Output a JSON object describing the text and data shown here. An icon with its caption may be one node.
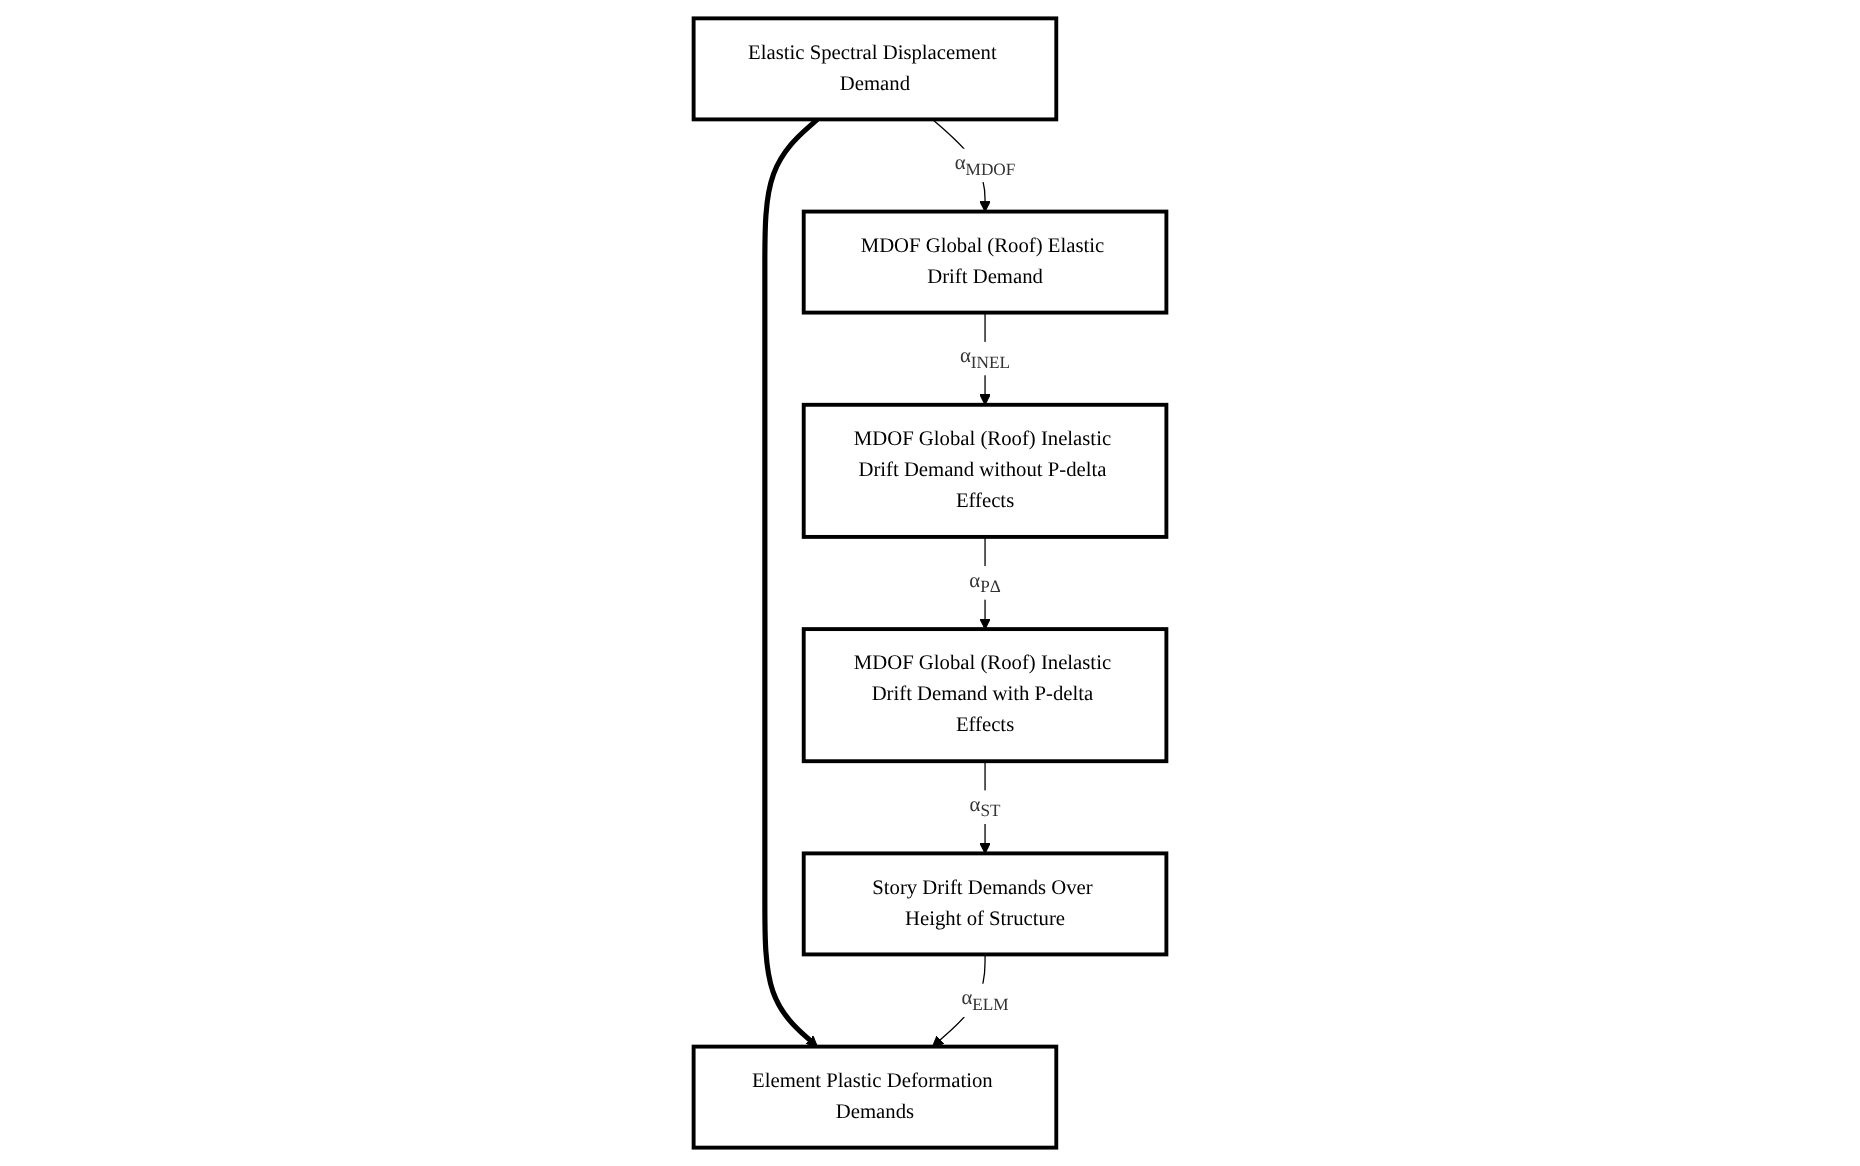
{
  "diagram": {
    "nodes": [
      {
        "text": [
          "Elastic Spectral Displacement Demand"
        ]
      },
      {
        "text": [
          "Element Plastic Deformation Demands"
        ]
      },
      {
        "text": [
          "MDOF Global (Roof) Elastic Drift Demand"
        ]
      },
      {
        "text": [
          "Story Drift Demands Over Height of Structure"
        ]
      },
      {
        "text": [
          "MDOF Global (Roof) Inelastic Drift Demand without P-delta Effects"
        ]
      },
      {
        "text": [
          "MDOF Global (Roof) Inelastic Drift Demand with P-delta Effects"
        ]
      }
    ],
    "edges": [
      {
        "from": 0,
        "to": 1,
        "arrow": "to",
        "style": "thick"
      },
      {
        "from": 0,
        "to": 2,
        "arrow": "to",
        "label": "α$_{MDOF}$"
      },
      {
        "from": 2,
        "to": 4,
        "arrow": "to",
        "label": "α$_{INEL}$"
      },
      {
        "from": 4,
        "to": 5,
        "arrow": "to",
        "label": "α$_{PΔ}$"
      },
      {
        "from": 5,
        "to": 3,
        "arrow": "to",
        "label": "α$_{ST}$"
      },
      {
        "from": 3,
        "to": 1,
        "arrow": "to",
        "label": "α$_{ELM}$"
      }
    ]
  }
}
